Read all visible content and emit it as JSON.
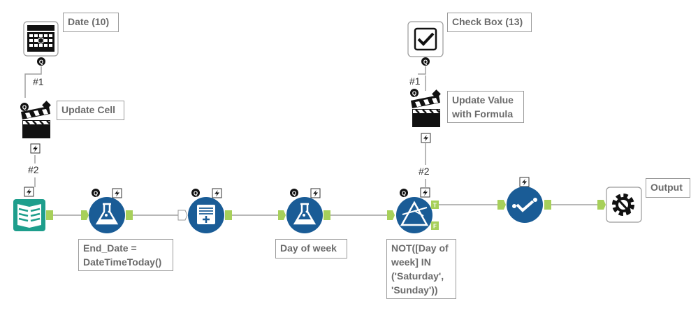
{
  "annotations": {
    "date": "Date (10)",
    "update_cell": "Update Cell",
    "check_box": "Check Box (13)",
    "update_value": "Update Value\nwith Formula",
    "formula1": "End_Date =\nDateTimeToday()",
    "formula2": "Day of week",
    "filter": "NOT([Day of\nweek] IN\n('Saturday',\n'Sunday'))",
    "output": "Output"
  },
  "connection_labels": {
    "left_1": "#1",
    "left_2": "#2",
    "right_1": "#1",
    "right_2": "#2"
  },
  "badges": {
    "q": "Q",
    "true_anchor": "T",
    "false_anchor": "F"
  },
  "colors": {
    "tool_blue": "#1a5c96",
    "input_teal": "#1e9e8c",
    "anchor_green": "#a7d05a",
    "line": "#a0a0a0"
  }
}
